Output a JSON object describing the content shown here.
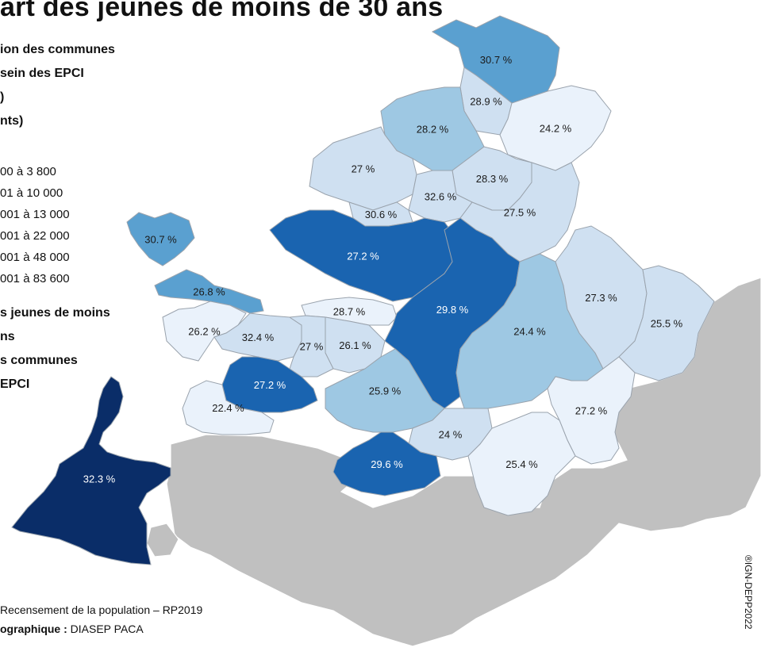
{
  "title": "art des jeunes de moins de 30 ans",
  "legend": {
    "lines": [
      "ion des communes",
      "sein des EPCI",
      ")",
      "nts)"
    ],
    "classes": [
      "00 à 3 800",
      "01 à 10 000",
      "001 à 13 000",
      "001 à 22 000",
      "001 à 48 000",
      "001 à 83 600"
    ],
    "second_lines": [
      "s jeunes de moins",
      "ns",
      "s communes",
      "EPCI"
    ]
  },
  "source": {
    "line1": "Recensement de la population – RP2019",
    "line2_bold": "ographique :",
    "line2_rest": " DIASEP PACA"
  },
  "copyright": "®IGN-DEPP2022",
  "colors": {
    "class1": "#eaf2fb",
    "class2": "#cfe0f1",
    "class3": "#9ec8e3",
    "class4": "#5aa0d0",
    "class5": "#1a64b0",
    "class6": "#0a2d68",
    "outside": "#c0c0c0",
    "border": "#9aa3ad",
    "label_dark": "#1a1a1a",
    "label_light": "#ffffff"
  },
  "regions": [
    {
      "label": "30.7 %",
      "cls": "class4"
    },
    {
      "label": "28.9 %",
      "cls": "class2"
    },
    {
      "label": "28.2 %",
      "cls": "class3"
    },
    {
      "label": "24.2 %",
      "cls": "class1"
    },
    {
      "label": "27 %",
      "cls": "class2"
    },
    {
      "label": "28.3 %",
      "cls": "class2"
    },
    {
      "label": "32.6 %",
      "cls": "class2"
    },
    {
      "label": "30.6 %",
      "cls": "class2"
    },
    {
      "label": "27.5 %",
      "cls": "class2"
    },
    {
      "label": "30.7 %",
      "cls": "class4"
    },
    {
      "label": "27.2 %",
      "cls": "class5"
    },
    {
      "label": "26.8 %",
      "cls": "class4"
    },
    {
      "label": "28.7 %",
      "cls": "class1"
    },
    {
      "label": "29.8 %",
      "cls": "class5"
    },
    {
      "label": "26.2 %",
      "cls": "class1"
    },
    {
      "label": "32.4 %",
      "cls": "class2"
    },
    {
      "label": "26.1 %",
      "cls": "class2"
    },
    {
      "label": "27 %",
      "cls": "class2"
    },
    {
      "label": "24.4 %",
      "cls": "class3"
    },
    {
      "label": "27.3 %",
      "cls": "class2"
    },
    {
      "label": "25.5 %",
      "cls": "class2"
    },
    {
      "label": "27.2 %",
      "cls": "class5"
    },
    {
      "label": "22.4 %",
      "cls": "class1"
    },
    {
      "label": "25.9 %",
      "cls": "class3"
    },
    {
      "label": "27.2 %",
      "cls": "class1"
    },
    {
      "label": "24 %",
      "cls": "class2"
    },
    {
      "label": "29.6 %",
      "cls": "class5"
    },
    {
      "label": "25.4 %",
      "cls": "class1"
    },
    {
      "label": "32.3 %",
      "cls": "class6"
    }
  ]
}
